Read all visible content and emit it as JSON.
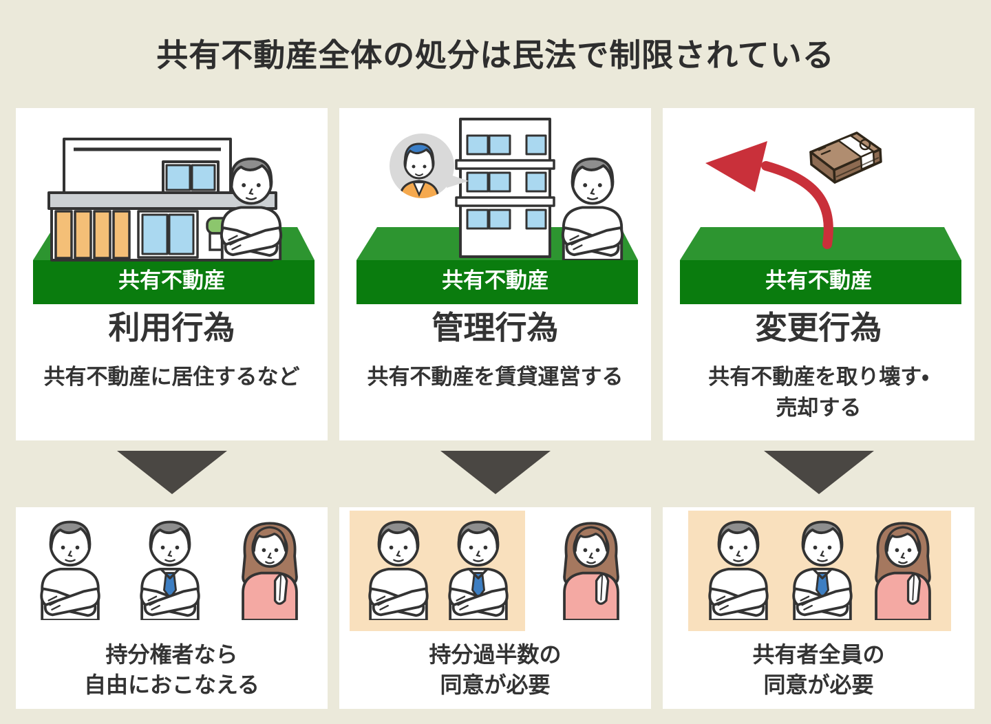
{
  "title": "共有不動産全体の処分は民法で制限されている",
  "colors": {
    "background": "#ebe9da",
    "card_background": "#ffffff",
    "land_top_green": "#2d9530",
    "land_front_green": "#0a7c0e",
    "flow_arrow_gray": "#4a4743",
    "consent_highlight": "#f9e0bd",
    "sell_arrow_red": "#c9303a",
    "text_dark": "#333333",
    "label_white": "#ffffff"
  },
  "columns": [
    {
      "platform_label": "共有不動産",
      "heading": "利用行為",
      "description_line1": "共有不動産に居住するなど",
      "description_line2": "",
      "illustration": "house-and-owner-on-shared-land",
      "caption_line1": "持分権者なら",
      "caption_line2": "自由におこなえる"
    },
    {
      "platform_label": "共有不動産",
      "heading": "管理行為",
      "description_line1": "共有不動産を賃貸運営する",
      "description_line2": "",
      "illustration": "apartment-tenant-and-owner-on-shared-land",
      "caption_line1": "持分過半数の",
      "caption_line2": "同意が必要"
    },
    {
      "platform_label": "共有不動産",
      "heading": "変更行為",
      "description_line1": "共有不動産を取り壊す・",
      "description_line2": "売却する",
      "illustration": "money-leaving-shared-land",
      "caption_line1": "共有者全員の",
      "caption_line2": "同意が必要"
    }
  ]
}
